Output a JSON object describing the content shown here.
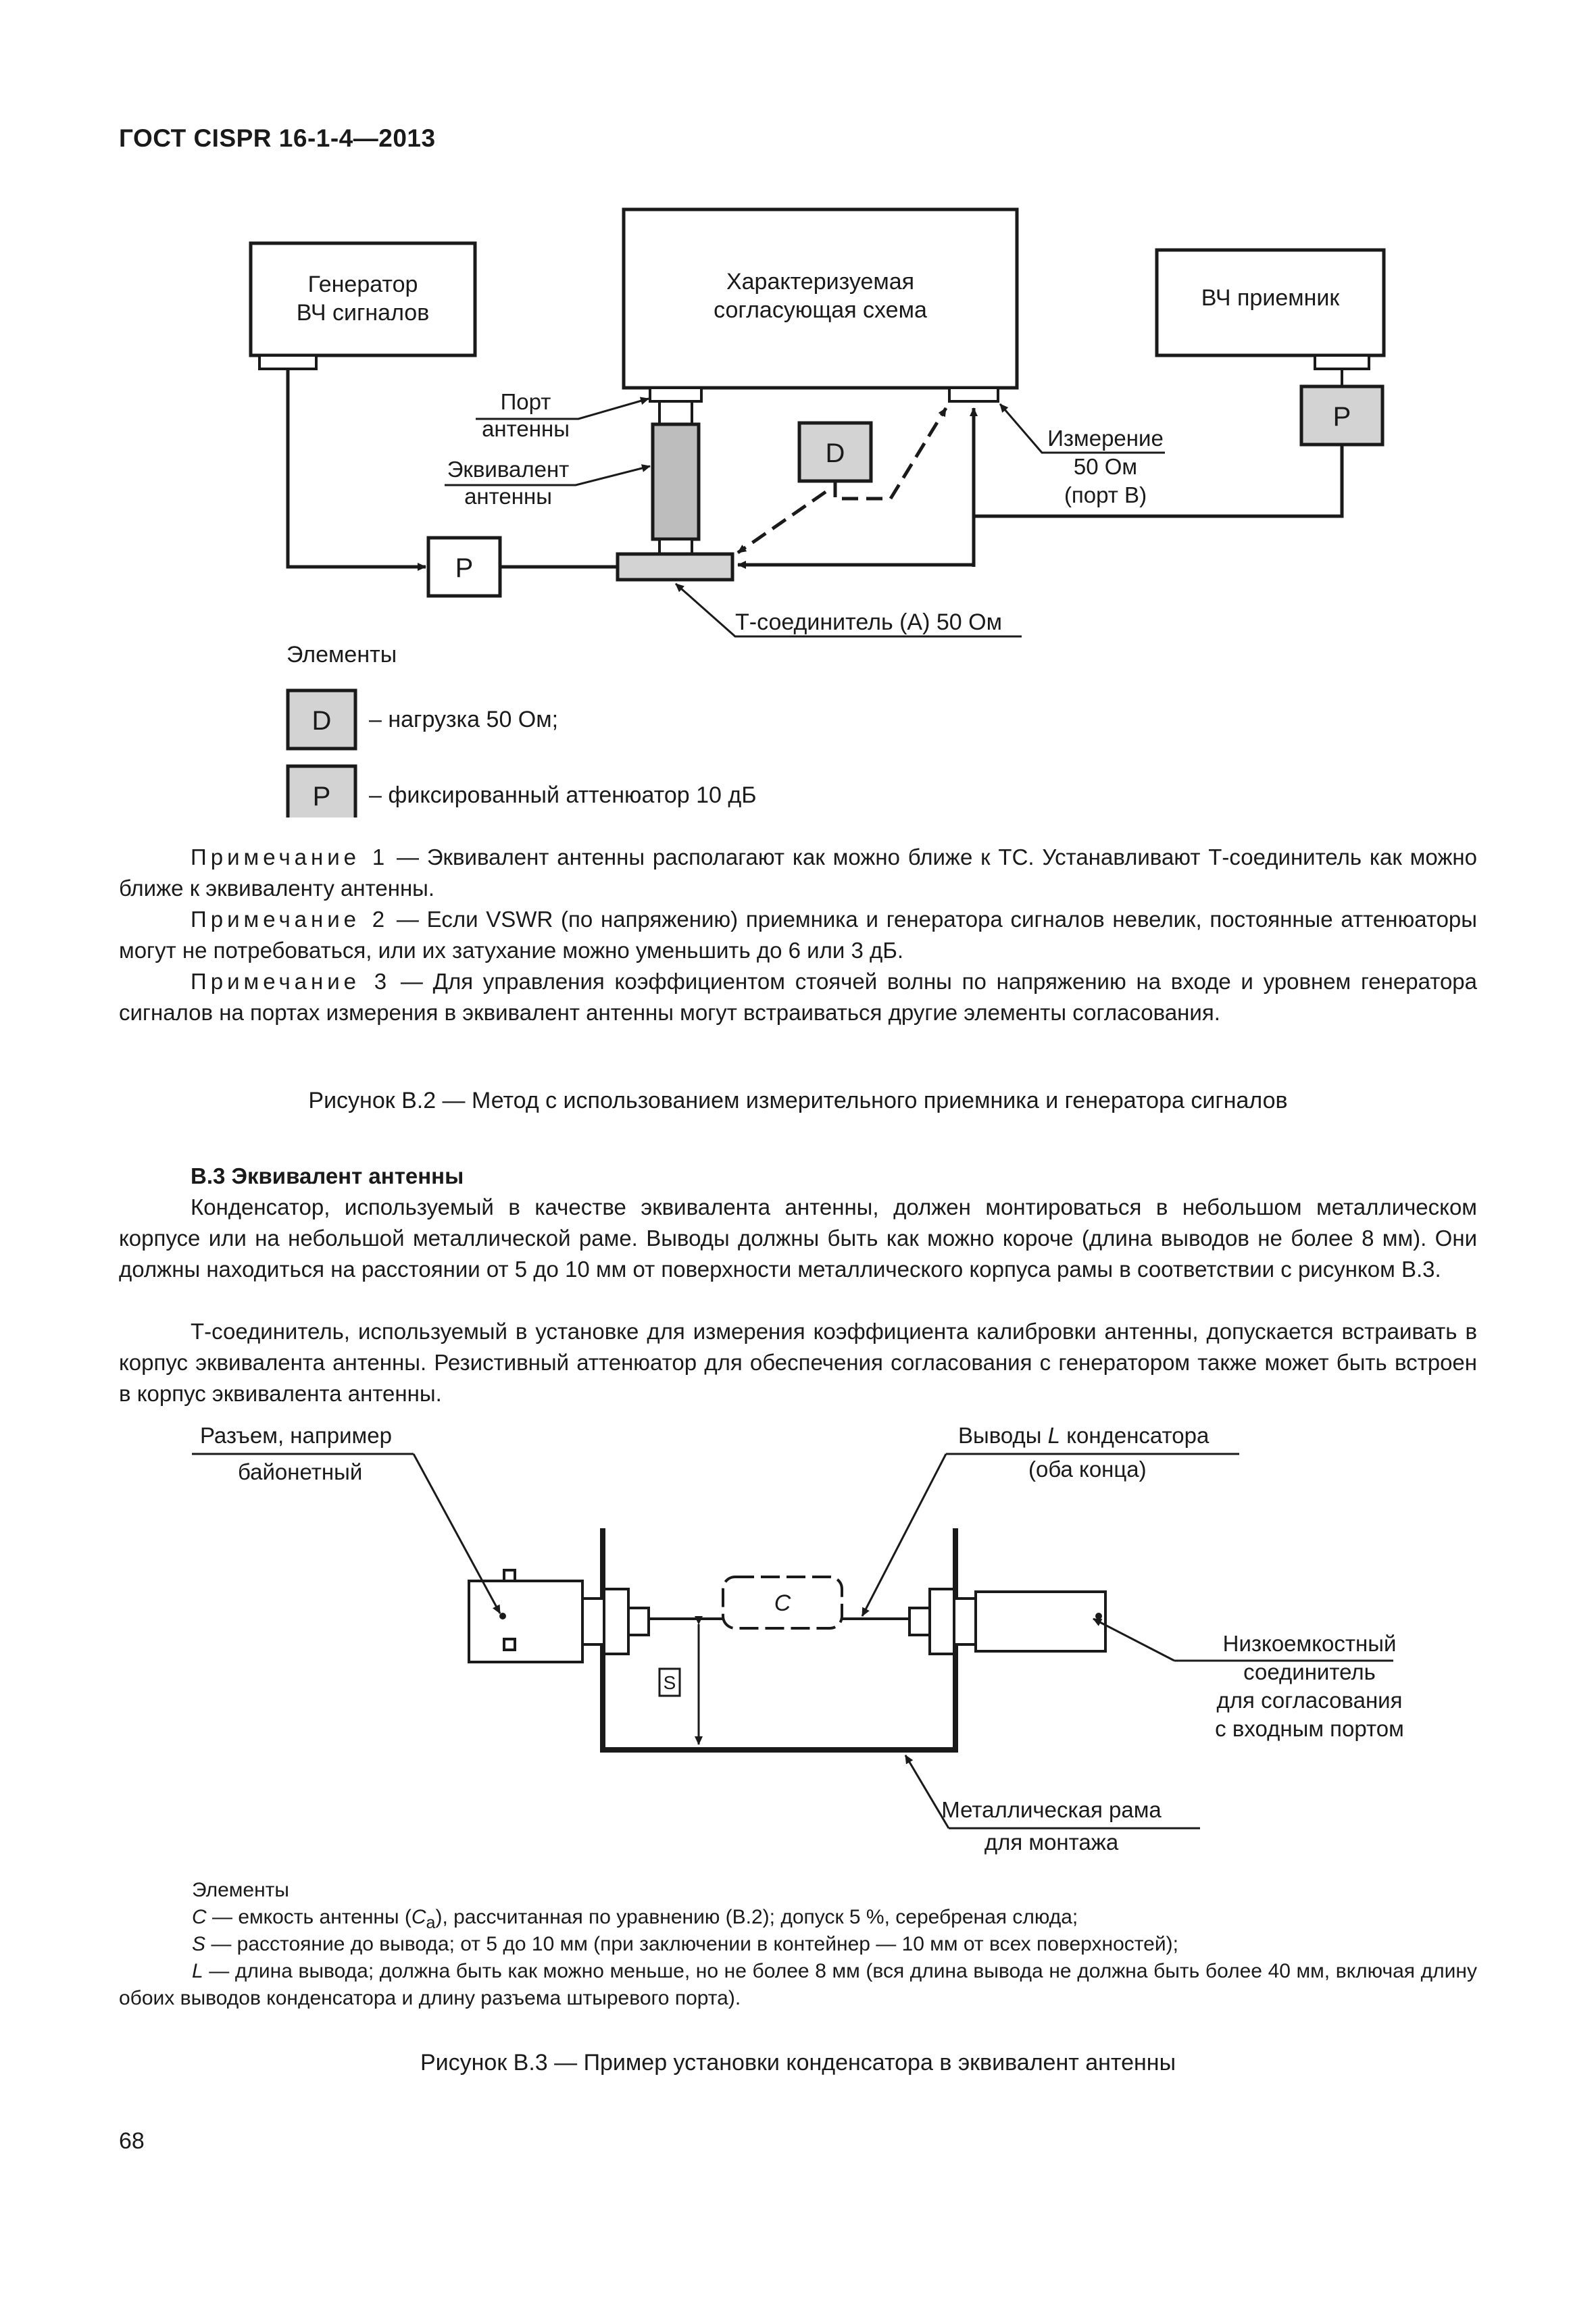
{
  "header": "ГОСТ CISPR 16-1-4—2013",
  "fig2": {
    "generator": [
      "Генератор",
      "ВЧ сигналов"
    ],
    "matching": [
      "Характеризуемая",
      "согласующая схема"
    ],
    "receiver": "ВЧ приемник",
    "port_label": [
      "Порт",
      "антенны"
    ],
    "equiv_label": [
      "Эквивалент",
      "антенны"
    ],
    "measure_label": [
      "Измерение",
      "50 Ом",
      "(порт В)"
    ],
    "tee_label": "Т-соединитель (А) 50 Ом",
    "box_d": "D",
    "box_p": "P",
    "legend_title": "Элементы",
    "legend_d": "– нагрузка 50 Ом;",
    "legend_p": "– фиксированный аттенюатор 10 дБ"
  },
  "notes": [
    {
      "prefix": "Примечание 1",
      "text": " — Эквивалент антенны располагают как можно ближе к ТС. Устанавливают Т-соединитель как можно ближе к эквиваленту антенны."
    },
    {
      "prefix": "Примечание 2",
      "text": " — Если VSWR (по напряжению) приемника и генератора сигналов невелик, постоянные аттенюаторы могут не потребоваться, или их затухание можно уменьшить до 6 или 3 дБ."
    },
    {
      "prefix": "Примечание 3",
      "text": " — Для управления коэффициентом стоячей волны по напряжению на входе и уровнем генератора сигналов на портах измерения в эквивалент антенны могут встраиваться другие элементы согласования."
    }
  ],
  "caption2": "Рисунок В.2 — Метод с использованием измерительного приемника и генератора сигналов",
  "section": {
    "title": "В.3 Эквивалент антенны",
    "p1": "Конденсатор, используемый в качестве эквивалента антенны, должен монтироваться в небольшом металлическом корпусе или на небольшой металлической раме. Выводы должны быть как можно короче (длина выводов не более 8 мм). Они должны находиться на расстоянии от 5 до 10 мм от поверхности металлического корпуса рамы в соответствии с рисунком В.3.",
    "p2": "Т-соединитель, используемый в установке для измерения коэффициента калибровки антенны, допускается встраивать в корпус эквивалента антенны. Резистивный аттенюатор для обеспечения согласования с генератором также может быть встроен в корпус эквивалента антенны."
  },
  "fig3": {
    "connector_label": [
      "Разъем, например",
      "байонетный"
    ],
    "leads_label_a": "Выводы ",
    "leads_label_l": "L",
    "leads_label_b": " конденсатора",
    "leads_label_2": "(оба конца)",
    "low_cap": [
      "Низкоемкостный",
      "соединитель",
      "для согласования",
      "с входным портом"
    ],
    "frame": [
      "Металлическая рама",
      "для монтажа"
    ],
    "cap_symbol": "C",
    "s_symbol": "S"
  },
  "legend3": {
    "title": "Элементы",
    "items": [
      {
        "sym": "C",
        "text_a": " — емкость антенны (",
        "sub_sym": "C",
        "sub": "a",
        "text_b": "), рассчитанная по уравнению (В.2); допуск  5 %, серебреная слюда;"
      },
      {
        "sym": "S",
        "text_a": " — расстояние до вывода; от 5 до 10 мм (при заключении в контейнер — 10 мм от всех поверхностей);"
      },
      {
        "sym": "L",
        "text_a": " — длина вывода; должна быть как можно меньше, но не более 8 мм (вся длина вывода не должна быть более 40 мм, включая длину обоих выводов конденсатора и длину разъема штыревого порта)."
      }
    ]
  },
  "caption3": "Рисунок В.3 — Пример установки конденсатора в эквивалент антенны",
  "page_number": "68"
}
